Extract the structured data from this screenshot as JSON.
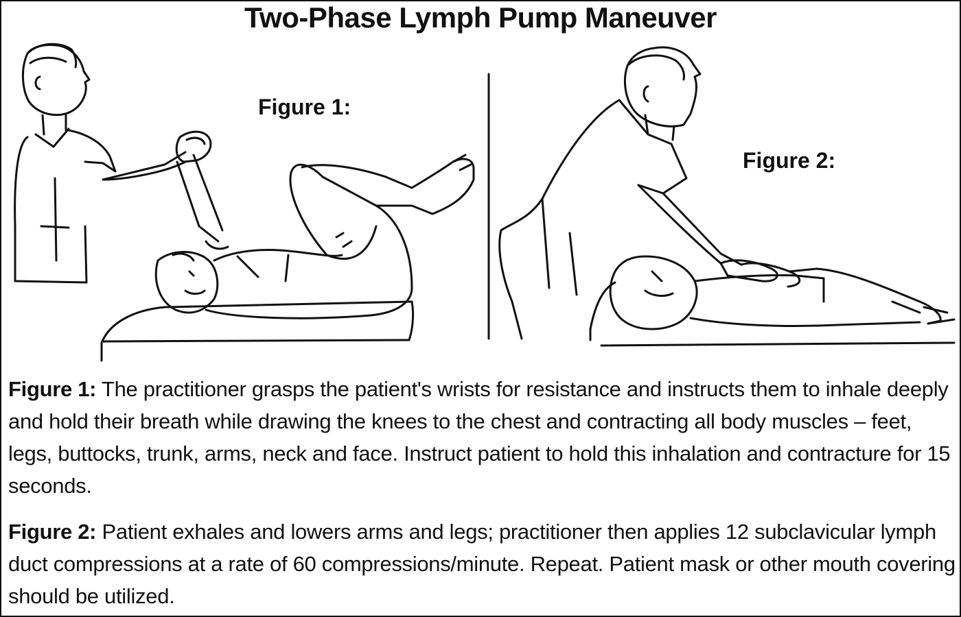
{
  "title": "Two-Phase Lymph Pump Maneuver",
  "figures": [
    {
      "label": "Figure 1:",
      "illustration": "practitioner-grasping-wrists-patient-knees-to-chest"
    },
    {
      "label": "Figure 2:",
      "illustration": "practitioner-compressing-subclavicular-area-patient-supine"
    }
  ],
  "captions": [
    {
      "lead": "Figure 1:",
      "text": " The practitioner grasps the patient's wrists for resistance and instructs them to inhale deeply and hold their breath while drawing the knees to the chest and contracting all body muscles – feet, legs, buttocks, trunk, arms, neck and face. Instruct patient to hold this inhalation and contracture for 15 seconds."
    },
    {
      "lead": "Figure 2:",
      "text": " Patient exhales and lowers arms and legs; practitioner then applies 12 subclavicular lymph duct compressions at a rate of 60 compressions/minute. Repeat. Patient mask or other mouth covering should be utilized."
    }
  ]
}
